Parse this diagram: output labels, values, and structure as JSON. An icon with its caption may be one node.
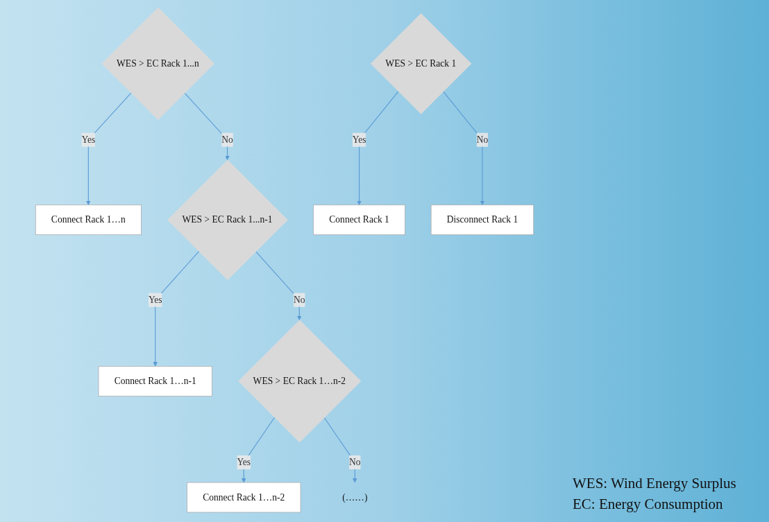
{
  "diagram": {
    "nodes": [
      {
        "text": [
          "WES > EC Rack 1...n"
        ]
      },
      {
        "text": [
          "Connect Rack 1…n"
        ]
      },
      {
        "text": [
          "WES > EC Rack 1...n-1"
        ]
      },
      {
        "text": [
          "Connect Rack 1…n-1"
        ]
      },
      {
        "text": [
          "WES > EC Rack 1…n-2"
        ]
      },
      {
        "text": [
          "Connect Rack 1…n-2"
        ]
      },
      {
        "text": [
          "(……)"
        ]
      },
      {
        "text": [
          "WES > EC Rack 1"
        ]
      },
      {
        "text": [
          "Connect Rack 1"
        ]
      },
      {
        "text": [
          "Disconnect Rack 1"
        ]
      }
    ],
    "edges": [
      {
        "from": 0,
        "to": 1,
        "arrow": "to",
        "label": "Yes"
      },
      {
        "from": 0,
        "to": 2,
        "arrow": "to",
        "label": "No"
      },
      {
        "from": 2,
        "to": 3,
        "arrow": "to",
        "label": "Yes"
      },
      {
        "from": 2,
        "to": 4,
        "arrow": "to",
        "label": "No"
      },
      {
        "from": 4,
        "to": 5,
        "arrow": "to",
        "label": "Yes"
      },
      {
        "from": 4,
        "to": 6,
        "arrow": "to",
        "label": "No"
      },
      {
        "from": 7,
        "to": 8,
        "arrow": "to",
        "label": "Yes"
      },
      {
        "from": 7,
        "to": 9,
        "arrow": "to",
        "label": "No"
      }
    ],
    "labels": [
      "WES: Wind Energy Surplus",
      "EC: Energy Consumption"
    ]
  }
}
